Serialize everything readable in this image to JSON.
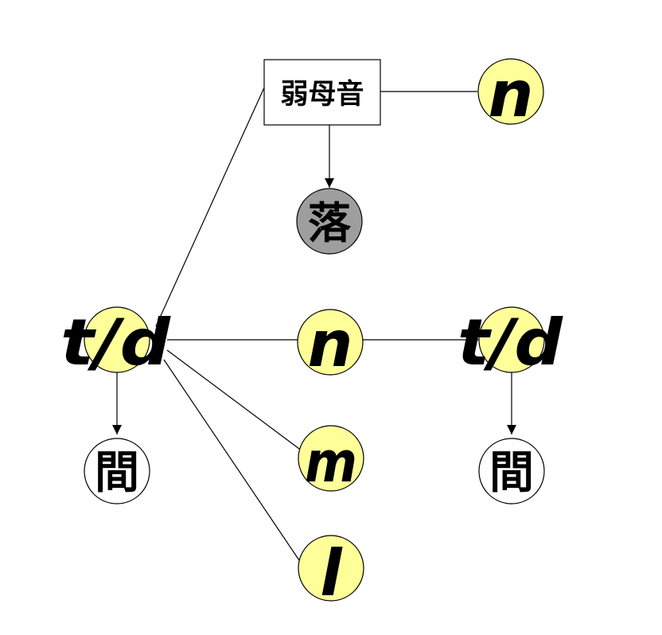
{
  "colors": {
    "background": "#ffffff",
    "vowel_node_fill": "#ffff99",
    "reduced_node_fill": "#9e9e9e",
    "between_node_fill": "#ffffff",
    "stroke": "#000000"
  },
  "nodes": {
    "weak_vowel": {
      "label": "弱母音"
    },
    "n_top": {
      "label": "n"
    },
    "drop": {
      "label": "落"
    },
    "td_left": {
      "label": "t/d"
    },
    "n_mid": {
      "label": "n"
    },
    "td_right": {
      "label": "t/d"
    },
    "m_node": {
      "label": "m"
    },
    "l_node": {
      "label": "l"
    },
    "between_left": {
      "label": "間"
    },
    "between_right": {
      "label": "間"
    }
  }
}
